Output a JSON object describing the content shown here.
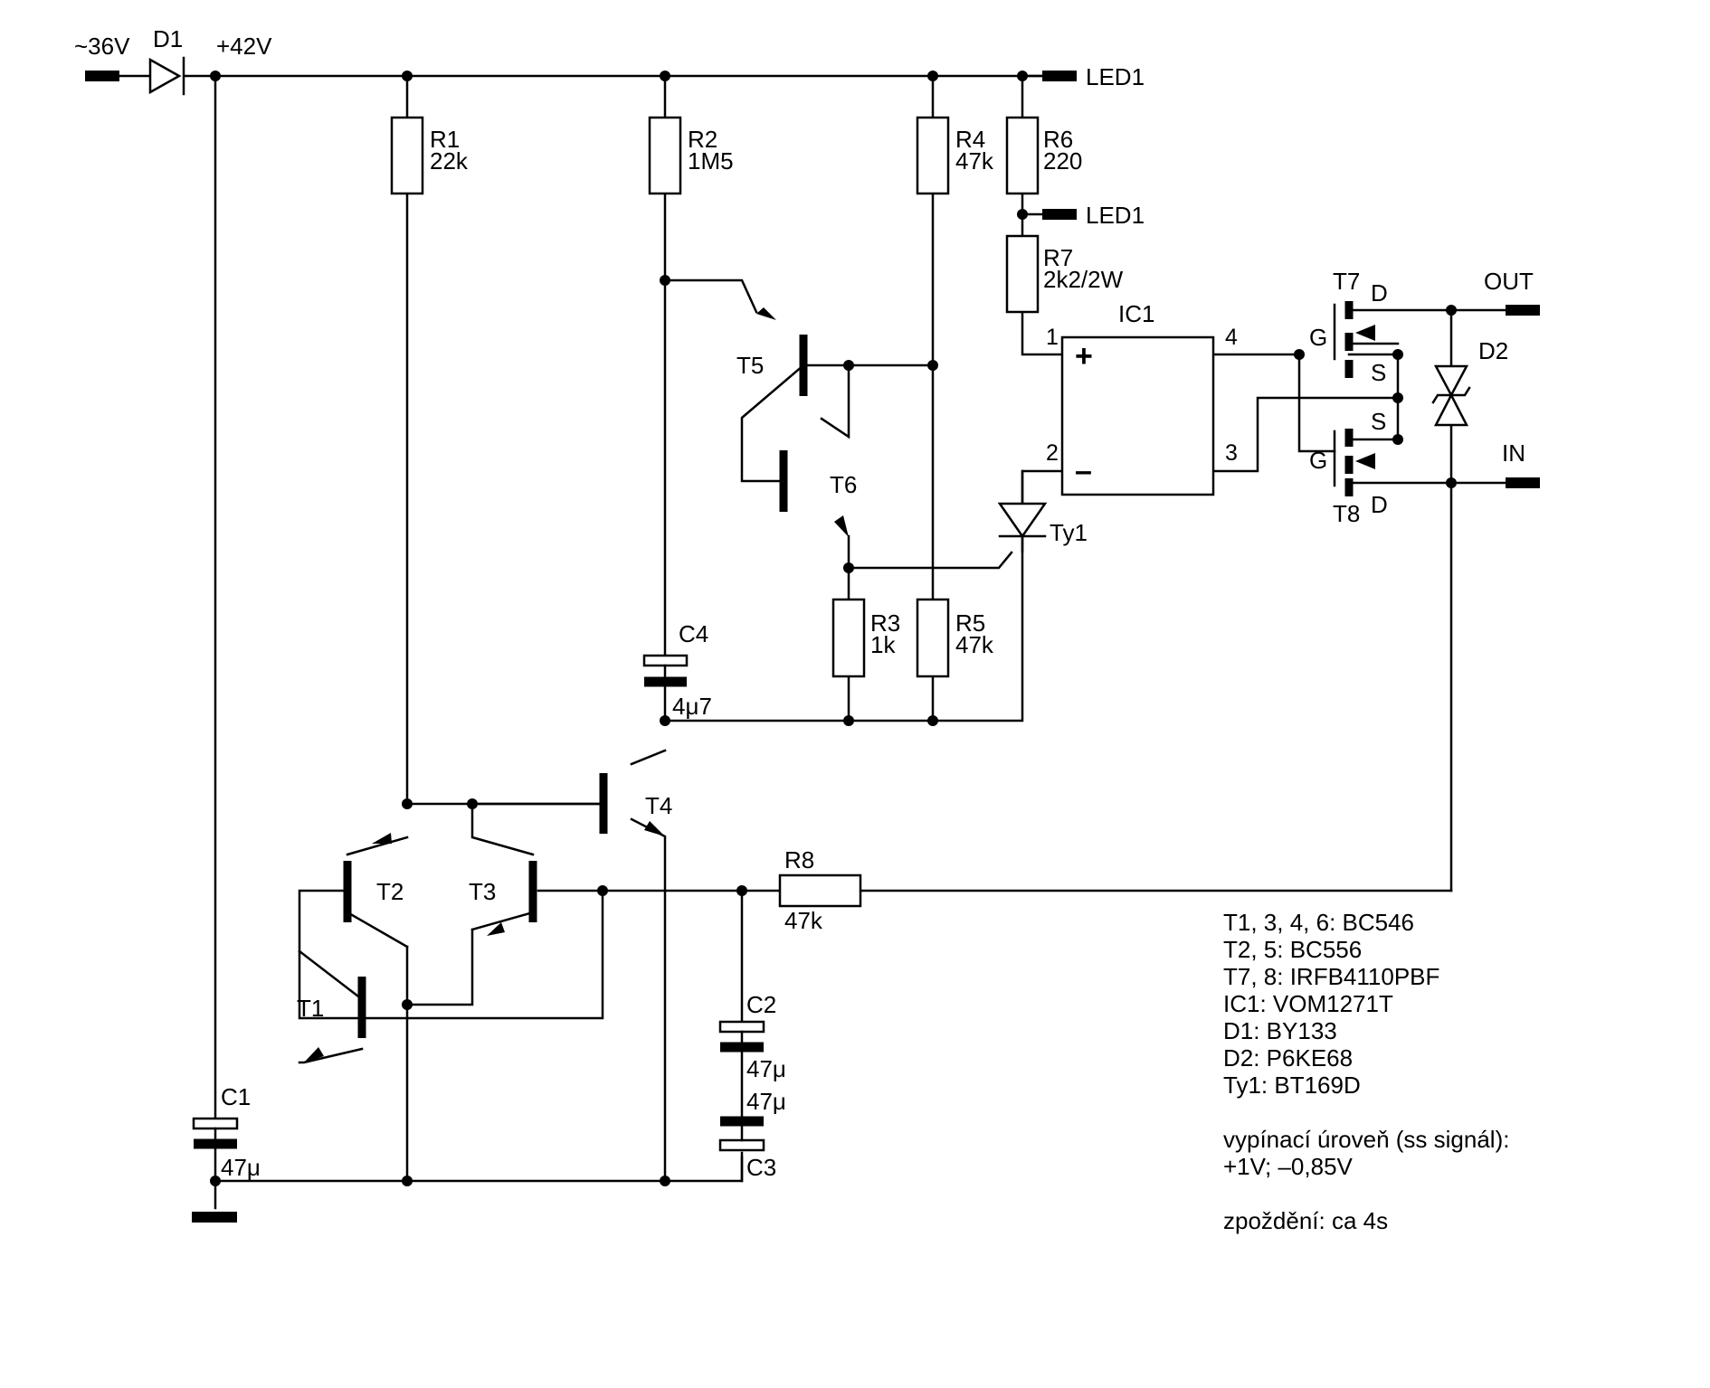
{
  "diagram": {
    "supply": {
      "input_label": "~36V",
      "rail_label": "+42V"
    },
    "terminals": {
      "led_top": "LED1",
      "led_mid": "LED1",
      "out": "OUT",
      "in": "IN"
    },
    "components": {
      "D1": {
        "ref": "D1"
      },
      "D2": {
        "ref": "D2"
      },
      "R1": {
        "ref": "R1",
        "value": "22k"
      },
      "R2": {
        "ref": "R2",
        "value": "1M5"
      },
      "R3": {
        "ref": "R3",
        "value": "1k"
      },
      "R4": {
        "ref": "R4",
        "value": "47k"
      },
      "R5": {
        "ref": "R5",
        "value": "47k"
      },
      "R6": {
        "ref": "R6",
        "value": "220"
      },
      "R7": {
        "ref": "R7",
        "value": "2k2/2W"
      },
      "R8": {
        "ref": "R8",
        "value": "47k"
      },
      "C1": {
        "ref": "C1",
        "value": "47μ"
      },
      "C2": {
        "ref": "C2",
        "value": "47μ"
      },
      "C3": {
        "ref": "C3",
        "value": "47μ"
      },
      "C4": {
        "ref": "C4",
        "value": "4μ7"
      },
      "T1": {
        "ref": "T1"
      },
      "T2": {
        "ref": "T2"
      },
      "T3": {
        "ref": "T3"
      },
      "T4": {
        "ref": "T4"
      },
      "T5": {
        "ref": "T5"
      },
      "T6": {
        "ref": "T6"
      },
      "T7": {
        "ref": "T7"
      },
      "T8": {
        "ref": "T8"
      },
      "Ty1": {
        "ref": "Ty1"
      },
      "IC1": {
        "ref": "IC1",
        "pin1": "1",
        "pin2": "2",
        "pin3": "3",
        "pin4": "4",
        "plus": "+",
        "minus": "–"
      }
    },
    "mosfet_pins": {
      "t7_d": "D",
      "t7_g": "G",
      "t7_s": "S",
      "t8_s": "S",
      "t8_g": "G",
      "t8_d": "D"
    },
    "notes": {
      "parts": [
        "T1, 3, 4, 6: BC546",
        "T2, 5: BC556",
        "T7, 8: IRFB4110PBF",
        "IC1: VOM1271T",
        "D1: BY133",
        "D2: P6KE68",
        "Ty1: BT169D"
      ],
      "cutoff_title": "vypínací úroveň (ss signál):",
      "cutoff_value": "+1V; –0,85V",
      "delay": "zpoždění: ca 4s"
    }
  }
}
